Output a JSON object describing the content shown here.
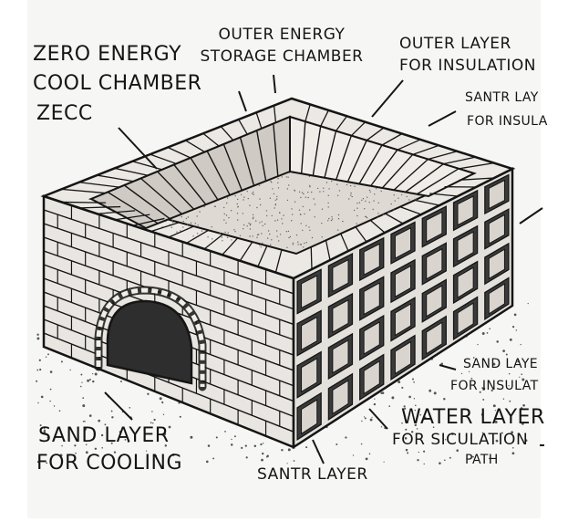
{
  "labels": {
    "zecc_line1": "ZERO ENERGY",
    "zecc_line2": "COOL CHAMBER",
    "zecc_line3": "ZECC",
    "storage_line1": "OUTER ENERGY",
    "storage_line2": "STORAGE CHAMBER",
    "outer_line1": "OUTER LAYER",
    "outer_line2": "FOR INSULATION",
    "santr_top_line1": "SANTR LAY",
    "santr_top_line2": "FOR INSULA",
    "sand_right_line1": "SAND LAYE",
    "sand_right_line2": "FOR INSULAT",
    "water_line1": "WATER LAYER",
    "water_line2": "FOR SICULATION",
    "water_line3": "PATH",
    "sand_cool_line1": "SAND LAYER",
    "sand_cool_line2": "FOR COOLING",
    "santr_bottom": "SANTR LAYER"
  },
  "colors": {
    "ink": "#151515",
    "paper": "#f6f6f4",
    "brick": "#e7e4df",
    "shade": "#3a3a3a"
  }
}
